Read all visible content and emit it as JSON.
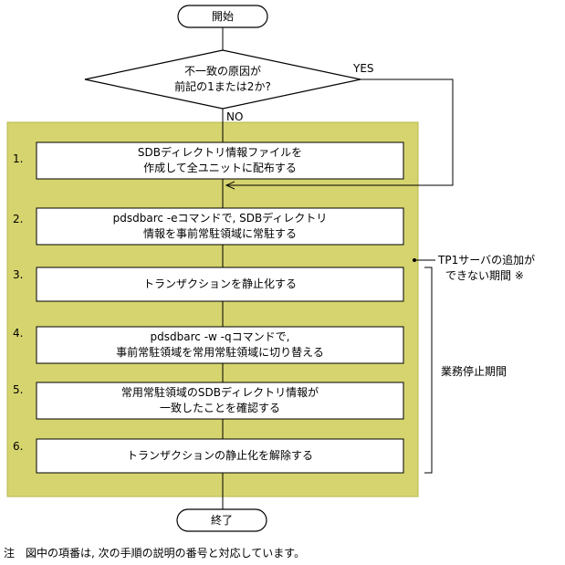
{
  "start": "開始",
  "end": "終了",
  "decision": {
    "line1": "不一致の原因が",
    "line2": "前記の1または2か?",
    "yes": "YES",
    "no": "NO"
  },
  "steps": [
    {
      "num": "1.",
      "line1": "SDBディレクトリ情報ファイルを",
      "line2": "作成して全ユニットに配布する"
    },
    {
      "num": "2.",
      "line1": "pdsdbarc -eコマンドで, SDBディレクトリ",
      "line2": "情報を事前常駐領域に常駐する"
    },
    {
      "num": "3.",
      "line1": "トランザクションを静止化する",
      "line2": ""
    },
    {
      "num": "4.",
      "line1": "pdsdbarc -w -qコマンドで,",
      "line2": "事前常駐領域を常用常駐領域に切り替える"
    },
    {
      "num": "5.",
      "line1": "常用常駐領域のSDBディレクトリ情報が",
      "line2": "一致したことを確認する"
    },
    {
      "num": "6.",
      "line1": "トランザクションの静止化を解除する",
      "line2": ""
    }
  ],
  "annotations": {
    "tp1_line1": "TP1サーバの追加が",
    "tp1_line2": "できない期間 ※",
    "stop_period": "業務停止期間"
  },
  "note": "注　図中の項番は, 次の手順の説明の番号と対応しています。",
  "colors": {
    "highlight_fill": "#d6d46e",
    "highlight_stroke": "#b8b84c"
  }
}
